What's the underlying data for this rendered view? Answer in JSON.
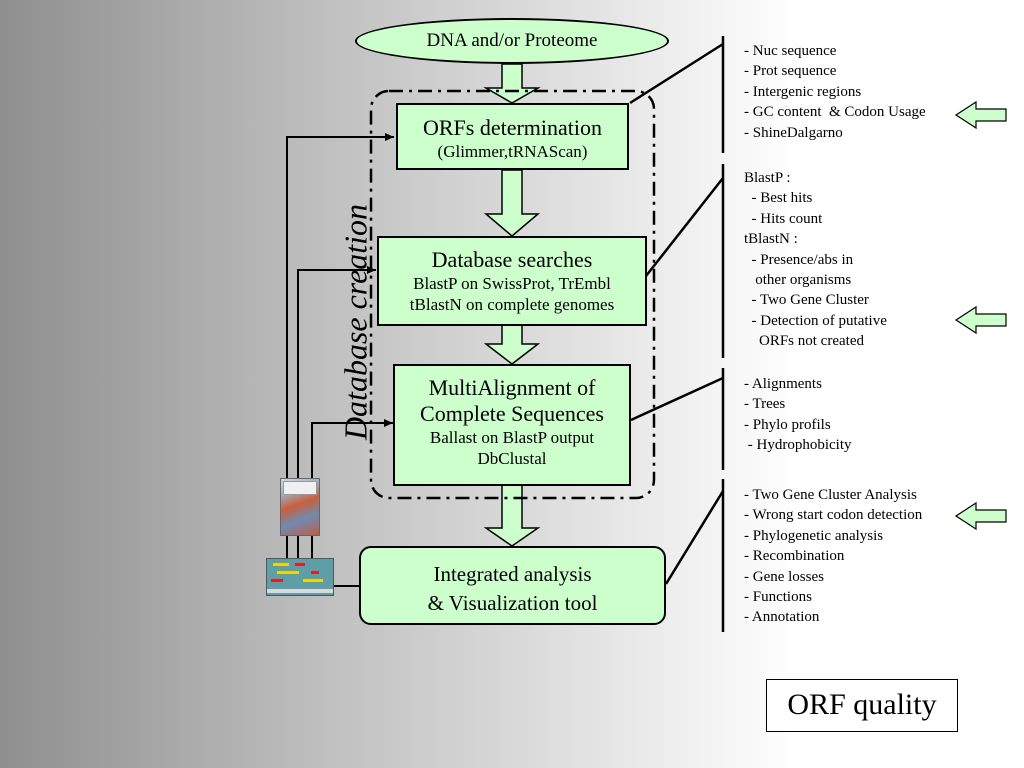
{
  "start_node": "DNA and/or Proteome",
  "orfs_box": {
    "title": "ORFs determination",
    "subtitle": "(Glimmer,tRNAScan)"
  },
  "db_box": {
    "title": "Database searches",
    "line1": "BlastP on SwissProt, TrEmbl",
    "line2": "tBlastN on complete genomes"
  },
  "ma_box": {
    "title1": "MultiAlignment of",
    "title2": "Complete Sequences",
    "line1": "Ballast on BlastP output",
    "line2": "DbClustal"
  },
  "ia_box": {
    "line1": "Integrated analysis",
    "line2": "& Visualization tool"
  },
  "group_label": "Database creation",
  "orf_list": "- Nuc sequence\n- Prot sequence\n- Intergenic regions\n- GC content  & Codon Usage\n- ShineDalgarno",
  "db_list": "BlastP :\n  - Best hits\n  - Hits count\ntBlastN :\n  - Presence/abs in\n   other organisms\n  - Two Gene Cluster\n  - Detection of putative\n    ORFs not created",
  "ma_list": "- Alignments\n- Trees\n- Phylo profils\n - Hydrophobicity",
  "ia_list": "- Two Gene Cluster Analysis\n- Wrong start codon detection\n- Phylogenetic analysis\n- Recombination\n- Gene losses\n- Functions\n- Annotation",
  "footer_box": "ORF quality",
  "colors": {
    "box_fill": "#ccffcc",
    "stroke": "#000000"
  },
  "icons": [
    "thumbnail-annotation-icon",
    "thumbnail-visualization-icon",
    "block-arrow-left-icon"
  ]
}
